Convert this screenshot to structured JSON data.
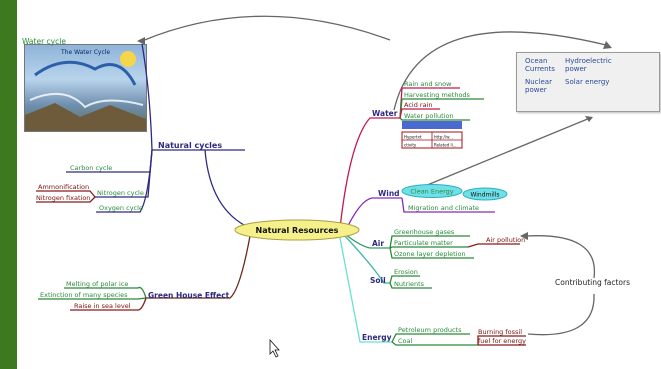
{
  "center": {
    "label": "Natural Resources"
  },
  "natural_cycles": {
    "label": "Natural cycles",
    "water_cycle": {
      "label": "Water cycle",
      "image_title": "The Water Cycle"
    },
    "children": [
      "Carbon cycle",
      "Nitrogen cycle",
      "Oxygen cycle"
    ],
    "nitrogen_children": [
      "Ammonification",
      "Nitrogen fixation"
    ]
  },
  "greenhouse": {
    "label": "Green House Effect",
    "children": [
      "Melting of polar ice",
      "Extinction of many species",
      "Raise in sea level"
    ]
  },
  "water": {
    "label": "Water",
    "children": [
      "Rain and snow",
      "Harvesting methods",
      "Acid rain",
      "Water pollution"
    ],
    "table_cells": [
      "Hypertxt",
      "http://w...",
      "ctivity",
      "Related li..."
    ]
  },
  "info_card": {
    "col1": [
      "Ocean",
      "Currents",
      "Nuclear",
      "power"
    ],
    "col2": [
      "Hydroelectric",
      "power",
      "Solar energy"
    ]
  },
  "wind": {
    "label": "Wind",
    "clean_energy": "Clean Energy",
    "windmills": "Windmills",
    "migration": "Migration and climate"
  },
  "air": {
    "label": "Air",
    "children": [
      "Greenhouse gases",
      "Particulate matter",
      "Ozone layer depletion"
    ],
    "pollution": "Air pollution"
  },
  "soil": {
    "label": "Soil",
    "children": [
      "Erosion",
      "Nutrients"
    ]
  },
  "energy": {
    "label": "Energy",
    "children": [
      "Petroleum products",
      "Coal"
    ],
    "burning": [
      "Burning fossil",
      "fuel for energy"
    ]
  },
  "contributing": {
    "label": "Contributing factors"
  }
}
